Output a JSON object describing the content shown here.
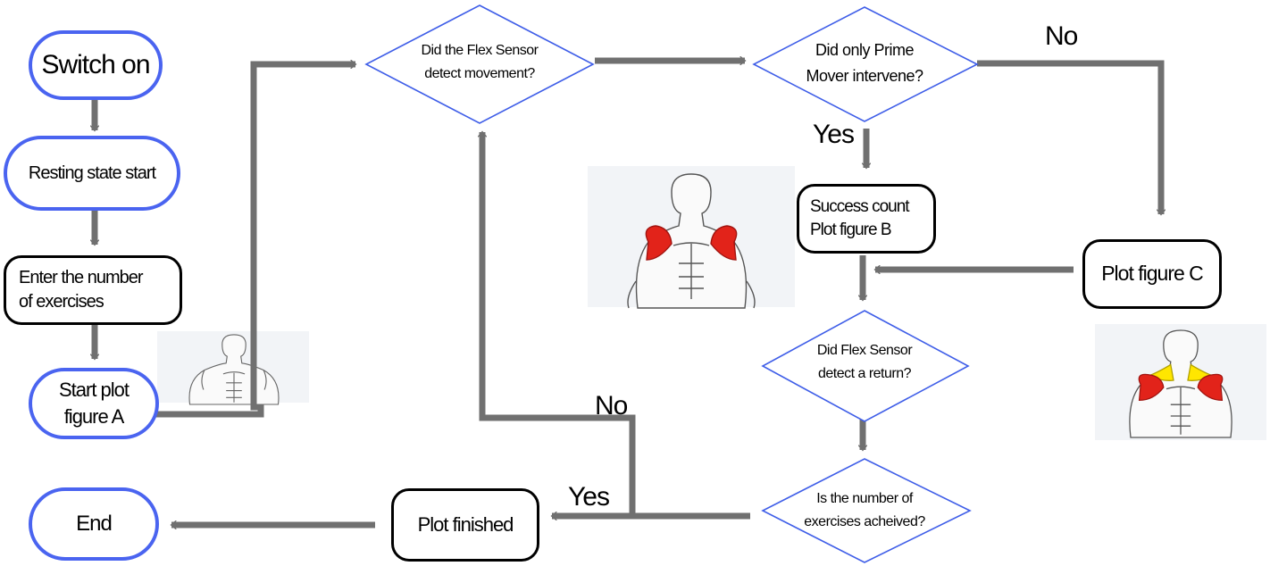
{
  "nodes": {
    "switch_on": "Switch on",
    "resting_state": "Resting state start",
    "enter_exercises": "Enter the number\nof exercises",
    "start_plot": "Start plot\nfigure A",
    "end": "End",
    "plot_finished": "Plot finished",
    "success_plot_b": "Success count\nPlot figure B",
    "plot_c": "Plot figure C"
  },
  "decisions": {
    "flex_detect": "Did the Flex Sensor\ndetect movement?",
    "prime_mover": "Did only Prime\nMover intervene?",
    "flex_return": "Did Flex Sensor\ndetect a return?",
    "exercises_achieved": "Is the number of\nexercises acheived?"
  },
  "labels": {
    "no_prime": "No",
    "yes_prime": "Yes",
    "no_achieved": "No",
    "yes_achieved": "Yes"
  },
  "figures": {
    "figure_a": {
      "highlight": "none"
    },
    "figure_b": {
      "highlight": "deltoids",
      "color": "#e2231a"
    },
    "figure_c": {
      "highlight": "deltoids+trapezius",
      "color": "#e2231a",
      "secondary_color": "#ffe600"
    }
  },
  "colors": {
    "terminal_border": "#4a64f0",
    "process_border": "#000000",
    "decision_border": "#3f5ee8",
    "arrow": "#707070",
    "figure_bg": "#f2f4f7"
  }
}
